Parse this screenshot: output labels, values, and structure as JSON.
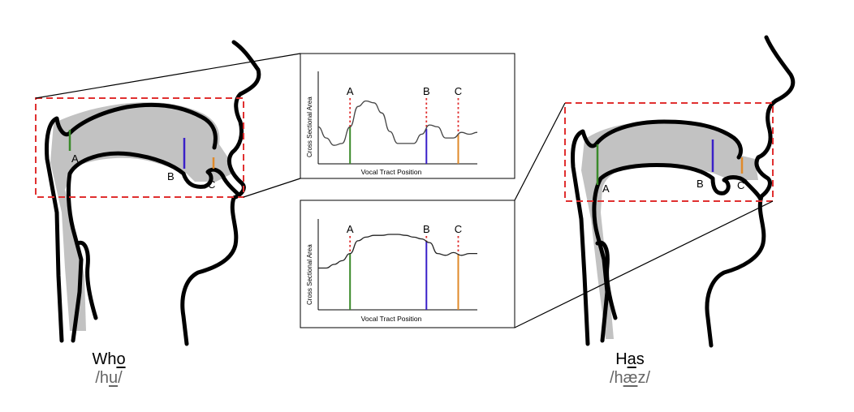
{
  "colors": {
    "tract_fill": "#c2c2c2",
    "outline": "#000000",
    "region_box": "#e03030",
    "marker_line": "#e03030",
    "point_a": "#3a8a2a",
    "point_b": "#3a20c8",
    "point_c": "#e08a2a"
  },
  "points": {
    "a": "A",
    "b": "B",
    "c": "C"
  },
  "left_figure": {
    "word_before": "Wh",
    "word_emph": "o",
    "word_after": "",
    "ipa_before": "/h",
    "ipa_emph": "u",
    "ipa_after": "/"
  },
  "right_figure": {
    "word_before": "H",
    "word_emph": "a",
    "word_after": "s",
    "ipa_before": "/h",
    "ipa_emph": "æ",
    "ipa_after": "z/"
  },
  "chart_data": [
    {
      "type": "line",
      "ylabel": "Cross Sectional Area",
      "xlabel": "Vocal Tract Position",
      "markers": [
        "A",
        "B",
        "C"
      ],
      "x": [
        0,
        0.05,
        0.1,
        0.15,
        0.2,
        0.25,
        0.3,
        0.35,
        0.4,
        0.45,
        0.5,
        0.55,
        0.6,
        0.65,
        0.7,
        0.75,
        0.8,
        0.85,
        0.9,
        0.95,
        1.0
      ],
      "y": [
        0.4,
        0.28,
        0.2,
        0.22,
        0.4,
        0.62,
        0.68,
        0.66,
        0.55,
        0.35,
        0.22,
        0.22,
        0.22,
        0.32,
        0.42,
        0.4,
        0.28,
        0.28,
        0.34,
        0.32,
        0.34
      ],
      "marker_positions": {
        "A": 0.2,
        "B": 0.68,
        "C": 0.88
      }
    },
    {
      "type": "line",
      "ylabel": "Cross Sectional Area",
      "xlabel": "Vocal Tract Position",
      "markers": [
        "A",
        "B",
        "C"
      ],
      "x": [
        0,
        0.05,
        0.1,
        0.15,
        0.2,
        0.25,
        0.3,
        0.35,
        0.4,
        0.45,
        0.5,
        0.55,
        0.6,
        0.65,
        0.7,
        0.75,
        0.8,
        0.85,
        0.9,
        0.95,
        1.0
      ],
      "y": [
        0.46,
        0.46,
        0.5,
        0.54,
        0.62,
        0.76,
        0.8,
        0.82,
        0.82,
        0.83,
        0.83,
        0.82,
        0.8,
        0.78,
        0.74,
        0.62,
        0.6,
        0.63,
        0.6,
        0.62,
        0.62
      ],
      "marker_positions": {
        "A": 0.2,
        "B": 0.68,
        "C": 0.88
      }
    }
  ]
}
